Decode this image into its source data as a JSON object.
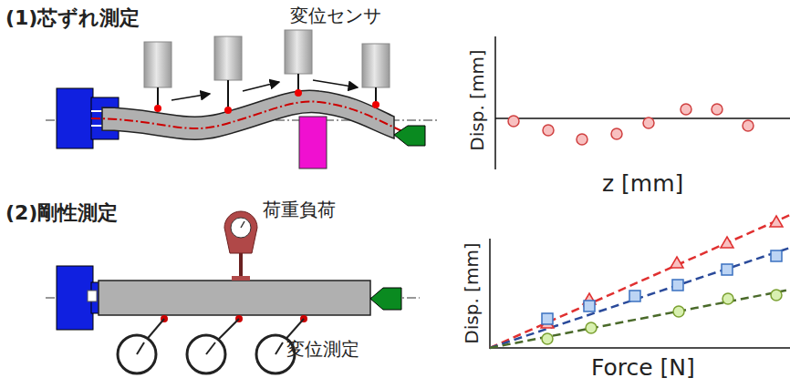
{
  "diagram": {
    "labels": [
      "(1)芯ずれ測定",
      "変位センサ",
      "Disp. [mm]",
      "z [mm]",
      "(2)剛性測定",
      "荷重負荷",
      "変位測定",
      "Disp. [mm]",
      "Force [N]"
    ]
  }
}
